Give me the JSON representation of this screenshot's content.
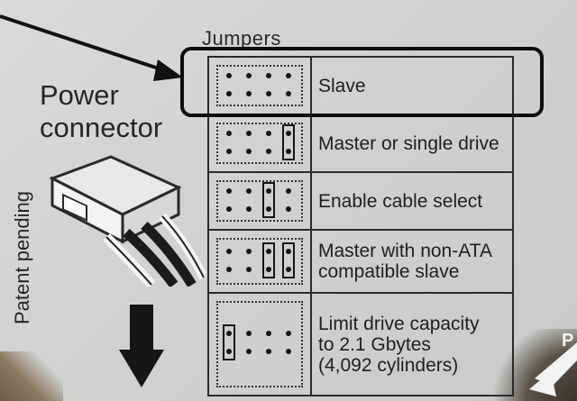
{
  "labels": {
    "jumpers": "Jumpers",
    "power_connector_line1": "Power",
    "power_connector_line2": "connector",
    "patent": "Patent pending"
  },
  "table_rows": [
    {
      "lines": [
        "Slave"
      ],
      "jumpers": []
    },
    {
      "lines": [
        "Master or single drive"
      ],
      "jumpers": [
        3
      ]
    },
    {
      "lines": [
        "Enable cable select"
      ],
      "jumpers": [
        2
      ]
    },
    {
      "lines": [
        "Master with non-ATA",
        "compatible slave"
      ],
      "jumpers": [
        2,
        3
      ]
    },
    {
      "lines": [
        "Limit drive capacity",
        "to 2.1 Gbytes",
        "(4,092 cylinders)"
      ],
      "jumpers": [
        0
      ]
    }
  ],
  "corner_text": "P",
  "colors": {
    "ink": "#1f1f1f",
    "paper": "#d3d6d0",
    "highlight_box": "#0c0c0c"
  }
}
